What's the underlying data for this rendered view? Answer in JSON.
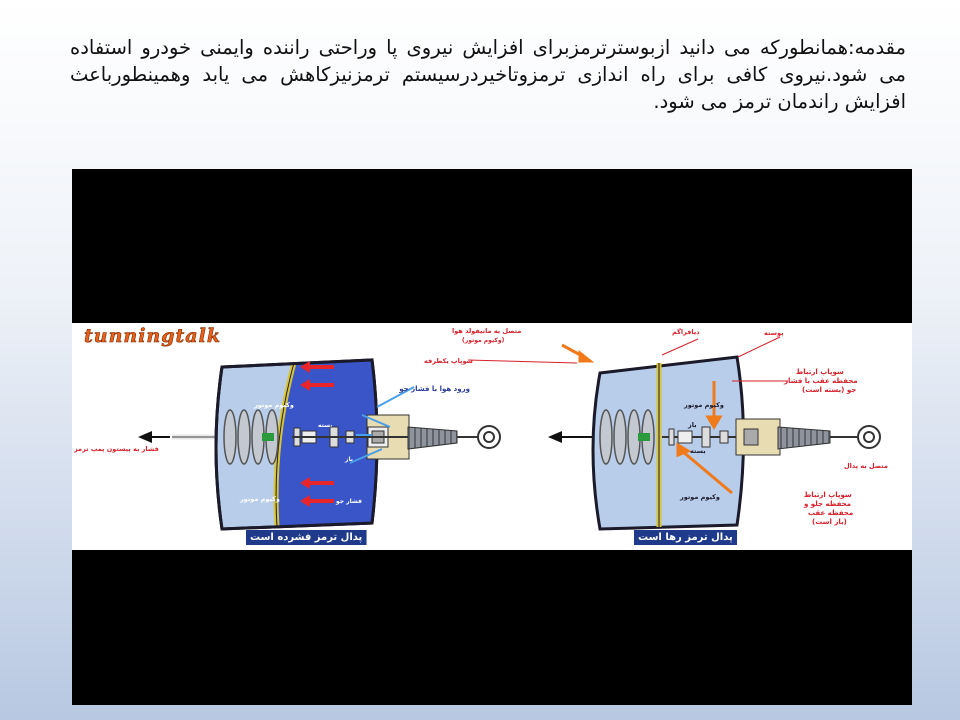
{
  "slide": {
    "intro_text": "مقدمه:همانطورکه می دانید ازبوسترترمزبرای افزایش نیروی پا وراحتی راننده وایمنی خودرو استفاده می شود.نیروی کافی برای راه اندازی ترمزوتاخیردرسیستم ترمزنیزکاهش می یابد وهمینطورباعث افزایش راندمان ترمز می شود."
  },
  "figure": {
    "watermark": "tunningtalk",
    "colors": {
      "chamber": "#b8cde9",
      "chamber_pressed": "#3a55c8",
      "diaphragm": "#d8c43a",
      "arrow_red": "#e8252a",
      "arrow_orange": "#f07a1a",
      "label_red": "#d8202a",
      "spring": "#c4c8d0",
      "boot": "#8f949c"
    },
    "left_booster": {
      "caption": "پدال ترمز فشرده است",
      "label_air_inlet": "ورود هوا با فشار جو",
      "label_vacuum_top": "وکیوم موتور",
      "label_vacuum_bottom": "وکیوم موتور",
      "label_closed": "بسته",
      "label_open": "باز",
      "label_push_rod": "فشار به پیستون پمپ ترمز",
      "label_chamber_inner": "فشار جو"
    },
    "right_booster": {
      "caption": "پدال ترمز رها است",
      "label_manifold": "متصل به مانیفولد هوا",
      "label_manifold_sub": "(وکیوم موتور)",
      "label_check_valve": "سوپاپ یکطرفه",
      "label_diaphragm": "دیافراگم",
      "label_shell": "پوسته",
      "label_vacuum_top": "وکیوم موتور",
      "label_vacuum_bottom": "وکیوم موتور",
      "label_valve_rear_1": "سوپاپ ارتباط",
      "label_valve_rear_2": "محفظه عقب با فشار",
      "label_valve_rear_3": "جو (بسته است)",
      "label_open": "باز",
      "label_closed": "بسته",
      "label_pedal": "متصل به پدال",
      "label_valve_front_1": "سوپاپ ارتباط",
      "label_valve_front_2": "محفظه جلو و",
      "label_valve_front_3": "محفظه عقب",
      "label_valve_front_4": "(باز است)"
    }
  }
}
